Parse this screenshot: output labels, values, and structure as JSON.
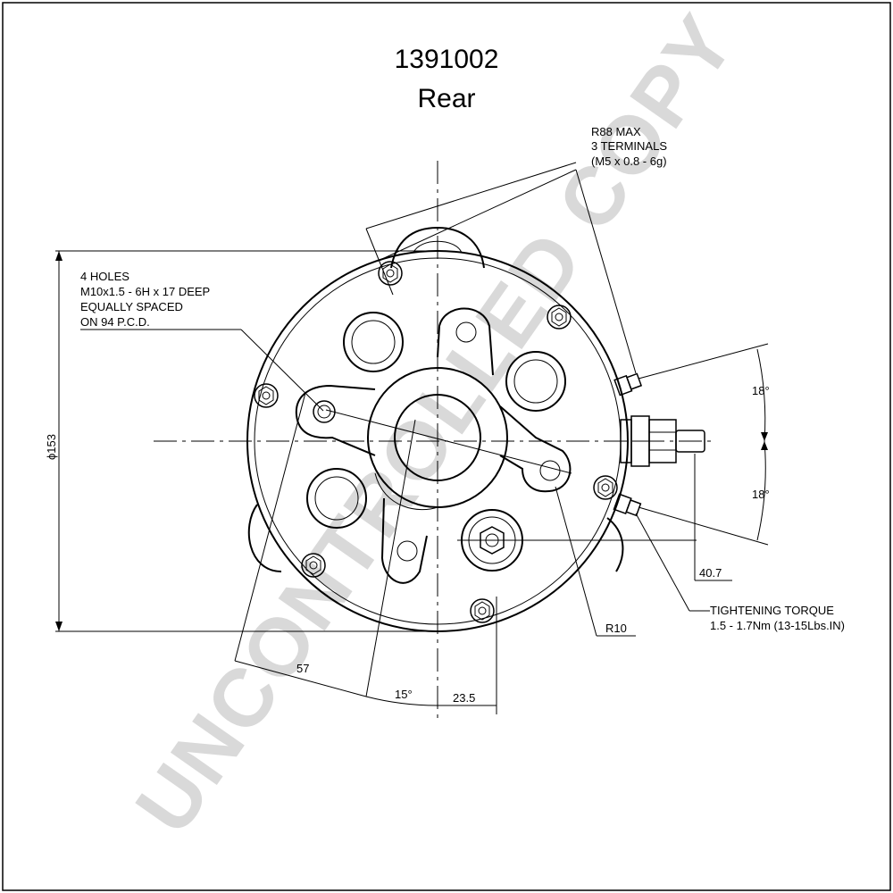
{
  "drawing": {
    "part_number": "1391002",
    "view": "Rear",
    "watermark": "UNCONTROLLED COPY"
  },
  "notes": {
    "terminals": [
      "R88 MAX",
      "3 TERMINALS",
      "(M5 x 0.8 - 6g)"
    ],
    "holes": [
      "4 HOLES",
      "M10x1.5 - 6H x 17 DEEP",
      "EQUALLY SPACED",
      "ON 94 P.C.D."
    ],
    "torque": [
      "TIGHTENING TORQUE",
      "1.5 - 1.7Nm (13-15Lbs.IN)"
    ]
  },
  "dimensions": {
    "diameter": "ϕ153",
    "angle_upper": "18°",
    "angle_lower": "18°",
    "terminal_offset": "40.7",
    "radius": "R10",
    "offset_57": "57",
    "angle_15": "15°",
    "offset_23_5": "23.5"
  }
}
